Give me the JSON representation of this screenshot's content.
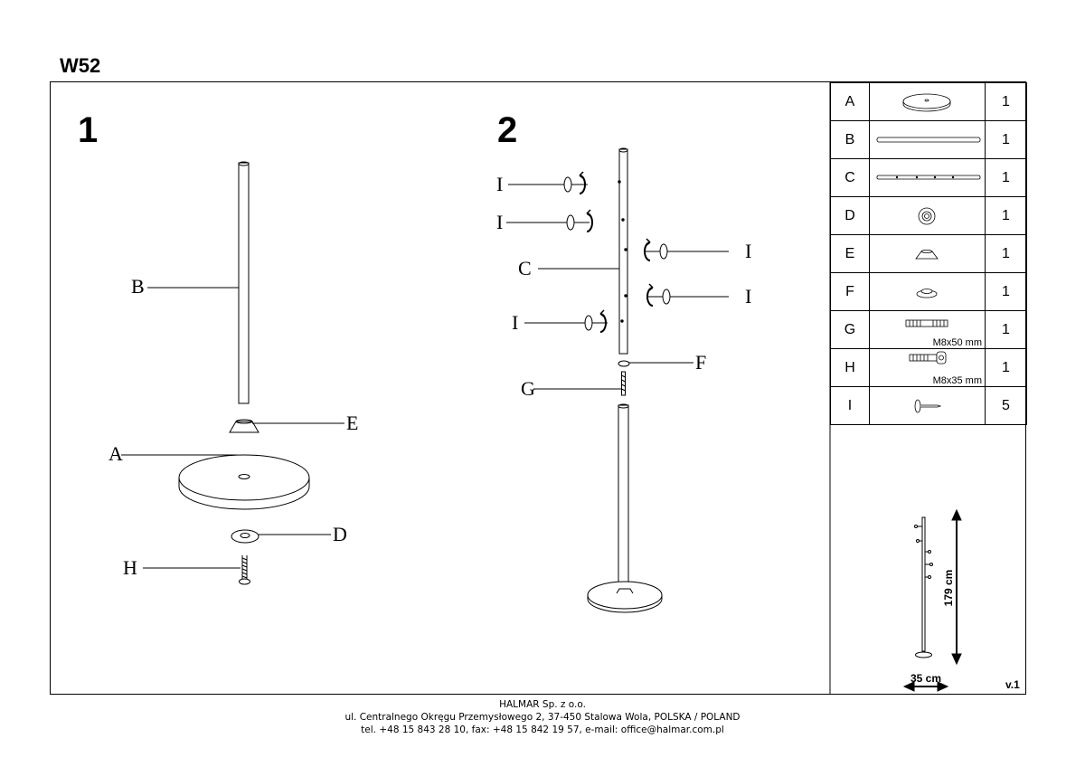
{
  "model": "W52",
  "steps": [
    "1",
    "2"
  ],
  "step1_labels": {
    "B": "B",
    "E": "E",
    "A": "A",
    "D": "D",
    "H": "H"
  },
  "step2_labels": {
    "I": "I",
    "C": "C",
    "F": "F",
    "G": "G"
  },
  "parts": [
    {
      "letter": "A",
      "qty": "1",
      "icon": "base-disc-icon",
      "dim": ""
    },
    {
      "letter": "B",
      "qty": "1",
      "icon": "lower-tube-icon",
      "dim": ""
    },
    {
      "letter": "C",
      "qty": "1",
      "icon": "upper-tube-icon",
      "dim": ""
    },
    {
      "letter": "D",
      "qty": "1",
      "icon": "washer-icon",
      "dim": ""
    },
    {
      "letter": "E",
      "qty": "1",
      "icon": "tube-socket-icon",
      "dim": ""
    },
    {
      "letter": "F",
      "qty": "1",
      "icon": "connector-icon",
      "dim": ""
    },
    {
      "letter": "G",
      "qty": "1",
      "icon": "threaded-stud-icon",
      "dim": "M8x50 mm"
    },
    {
      "letter": "H",
      "qty": "1",
      "icon": "bolt-icon",
      "dim": "M8x35 mm"
    },
    {
      "letter": "I",
      "qty": "5",
      "icon": "hook-icon",
      "dim": ""
    }
  ],
  "dimensions": {
    "height": "179 cm",
    "width": "35 cm"
  },
  "version": "v.1",
  "footer": {
    "company": "HALMAR Sp. z o.o.",
    "address": "ul. Centralnego Okręgu Przemysłowego 2, 37-450 Stalowa Wola, POLSKA / POLAND",
    "contact": "tel. +48 15 843 28 10, fax: +48 15 842 19 57, e-mail: office@halmar.com.pl"
  }
}
